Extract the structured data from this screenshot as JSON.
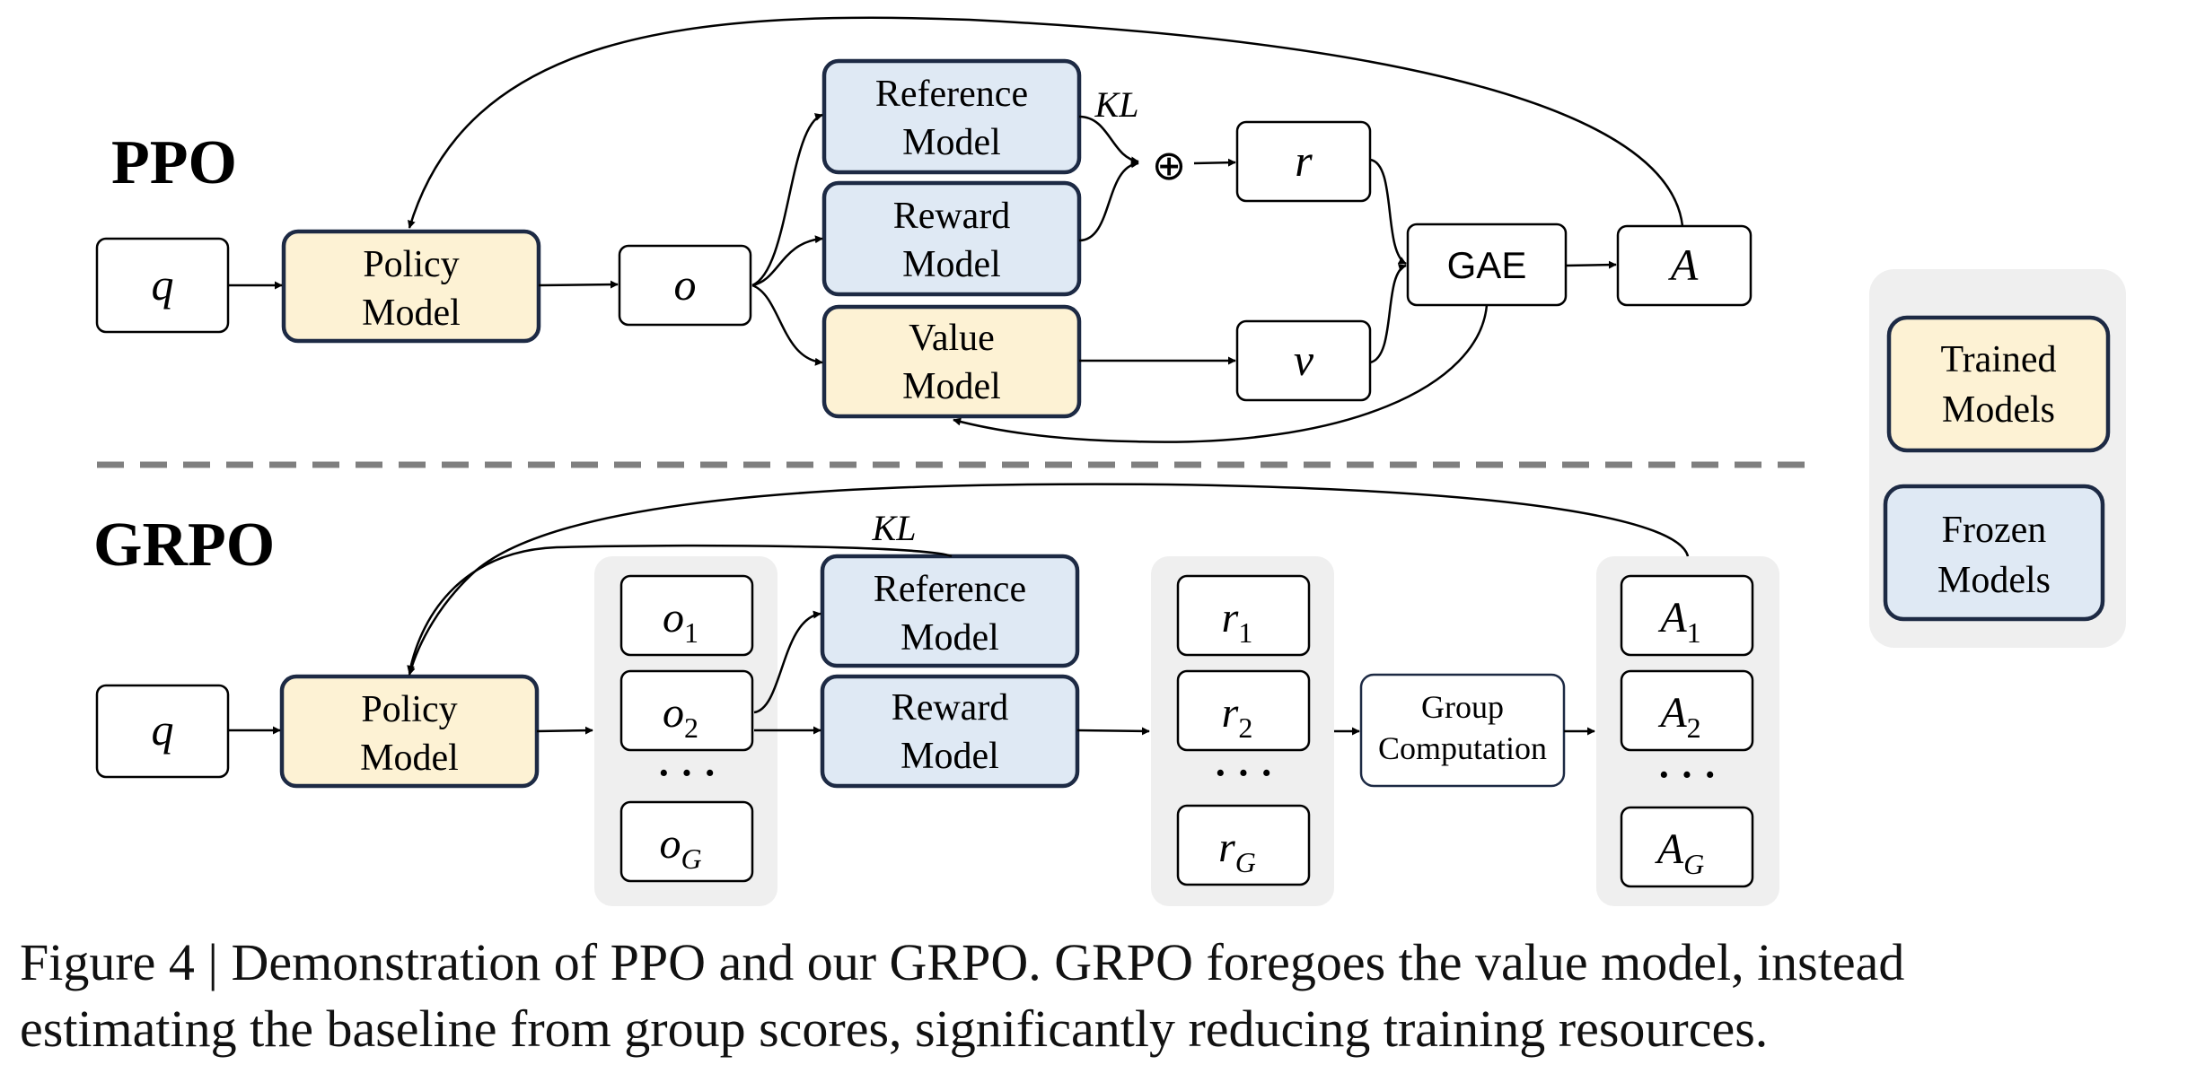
{
  "sections": {
    "ppo": "PPO",
    "grpo": "GRPO"
  },
  "ppo": {
    "q": "q",
    "policy": [
      "Policy",
      "Model"
    ],
    "o": "o",
    "reference": [
      "Reference",
      "Model"
    ],
    "reward": [
      "Reward",
      "Model"
    ],
    "value": [
      "Value",
      "Model"
    ],
    "kl": "KL",
    "plus": "⊕",
    "r": "r",
    "v": "v",
    "gae": "GAE",
    "A": "A"
  },
  "grpo": {
    "q": "q",
    "policy": [
      "Policy",
      "Model"
    ],
    "kl": "KL",
    "outputs": [
      {
        "base": "o",
        "sub": "1"
      },
      {
        "base": "o",
        "sub": "2"
      },
      {
        "base": "o",
        "sub": "G"
      }
    ],
    "reference": [
      "Reference",
      "Model"
    ],
    "reward": [
      "Reward",
      "Model"
    ],
    "rewards": [
      {
        "base": "r",
        "sub": "1"
      },
      {
        "base": "r",
        "sub": "2"
      },
      {
        "base": "r",
        "sub": "G"
      }
    ],
    "group": [
      "Group",
      "Computation"
    ],
    "advantages": [
      {
        "base": "A",
        "sub": "1"
      },
      {
        "base": "A",
        "sub": "2"
      },
      {
        "base": "A",
        "sub": "G"
      }
    ],
    "ellipsis": "· · ·"
  },
  "legend": {
    "trained": [
      "Trained",
      "Models"
    ],
    "frozen": [
      "Frozen",
      "Models"
    ]
  },
  "colors": {
    "trained_fill": "#fdf2d4",
    "frozen_fill": "#dfe9f4",
    "box_stroke": "#1d2a44",
    "group_bg": "#efefef",
    "divider": "#7f7f7f"
  },
  "caption": {
    "line1": "Figure 4 | Demonstration of PPO and our GRPO. GRPO foregoes the value model, instead",
    "line2": "estimating the baseline from group scores, significantly reducing training resources."
  }
}
